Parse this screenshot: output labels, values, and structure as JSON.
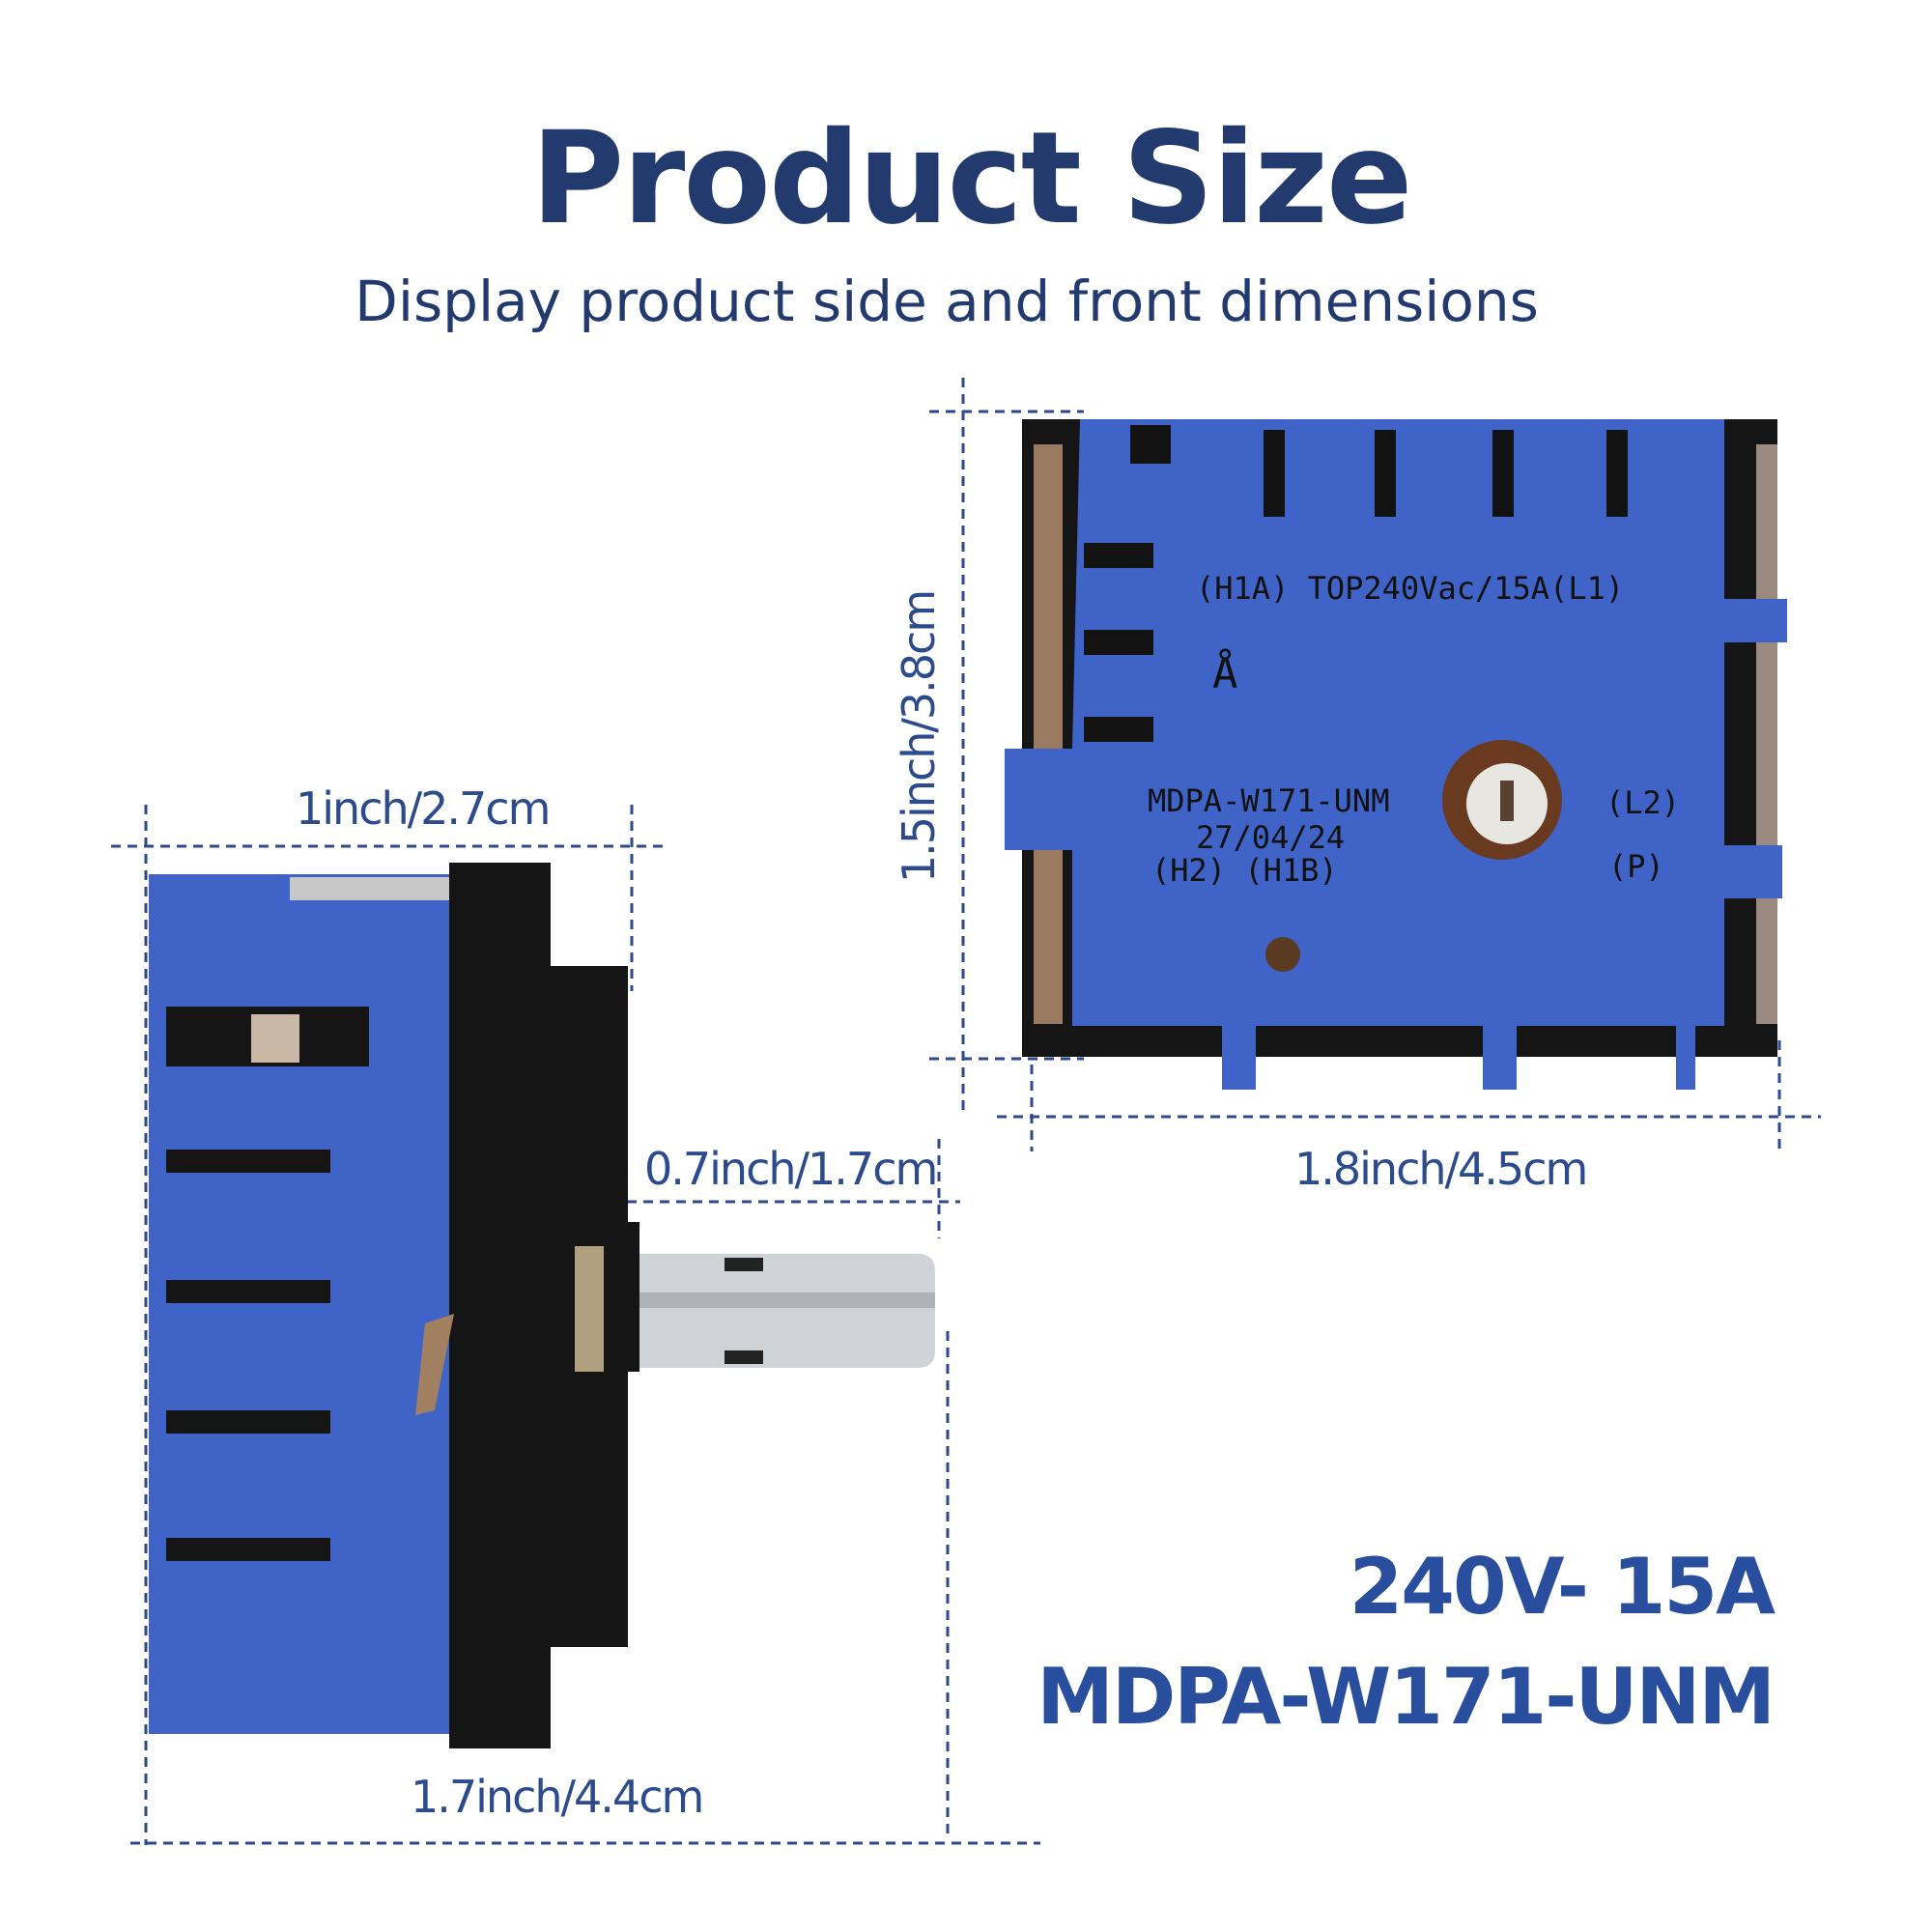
{
  "header": {
    "title": "Product Size",
    "subtitle": "Display product side and front dimensions"
  },
  "dimensions": {
    "depth_body": "1inch/2.7cm",
    "height": "1.5inch/3.8cm",
    "shaft": "0.7inch/1.7cm",
    "width": "1.8inch/4.5cm",
    "depth_total": "1.7inch/4.4cm"
  },
  "specs": {
    "rating": "240V- 15A",
    "model": "MDPA-W171-UNM"
  },
  "product_markings": {
    "line1": "(H1A)  TOP240Vac/15A(L1)",
    "symbol": "Å",
    "model": "MDPA-W171-UNM",
    "date": "27/04/24",
    "terminals_bottom": "(H2)  (H1B)",
    "terminal_l2": "(L2)",
    "terminal_p": "(P)"
  },
  "colors": {
    "heading": "#233a6e",
    "accent": "#2a4e9e",
    "product_blue": "#3f63c6"
  }
}
